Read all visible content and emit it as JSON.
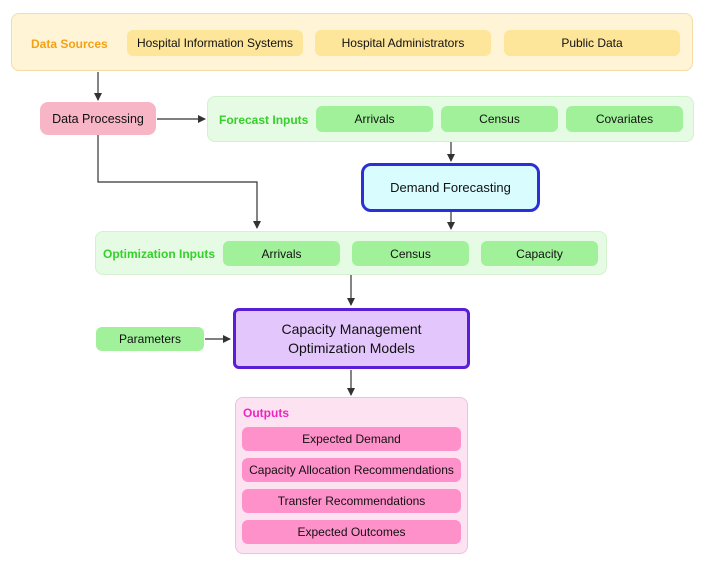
{
  "data_sources": {
    "label": "Data Sources",
    "items": [
      "Hospital Information Systems",
      "Hospital Administrators",
      "Public Data"
    ]
  },
  "data_processing": {
    "label": "Data Processing"
  },
  "forecast_inputs": {
    "label": "Forecast Inputs",
    "items": [
      "Arrivals",
      "Census",
      "Covariates"
    ]
  },
  "demand_forecasting": {
    "label": "Demand Forecasting"
  },
  "optimization_inputs": {
    "label": "Optimization Inputs",
    "items": [
      "Arrivals",
      "Census",
      "Capacity"
    ]
  },
  "parameters": {
    "label": "Parameters"
  },
  "capacity_model": {
    "line1": "Capacity Management",
    "line2": "Optimization Models"
  },
  "outputs": {
    "label": "Outputs",
    "items": [
      "Expected Demand",
      "Capacity Allocation Recommendations",
      "Transfer Recommendations",
      "Expected Outcomes"
    ]
  },
  "colors": {
    "sources_accent": "#f5a114",
    "inputs_accent": "#35d02b",
    "outputs_accent": "#ee26c0",
    "demand_border": "#2d2fd6",
    "capacity_border": "#5a1ed6"
  }
}
